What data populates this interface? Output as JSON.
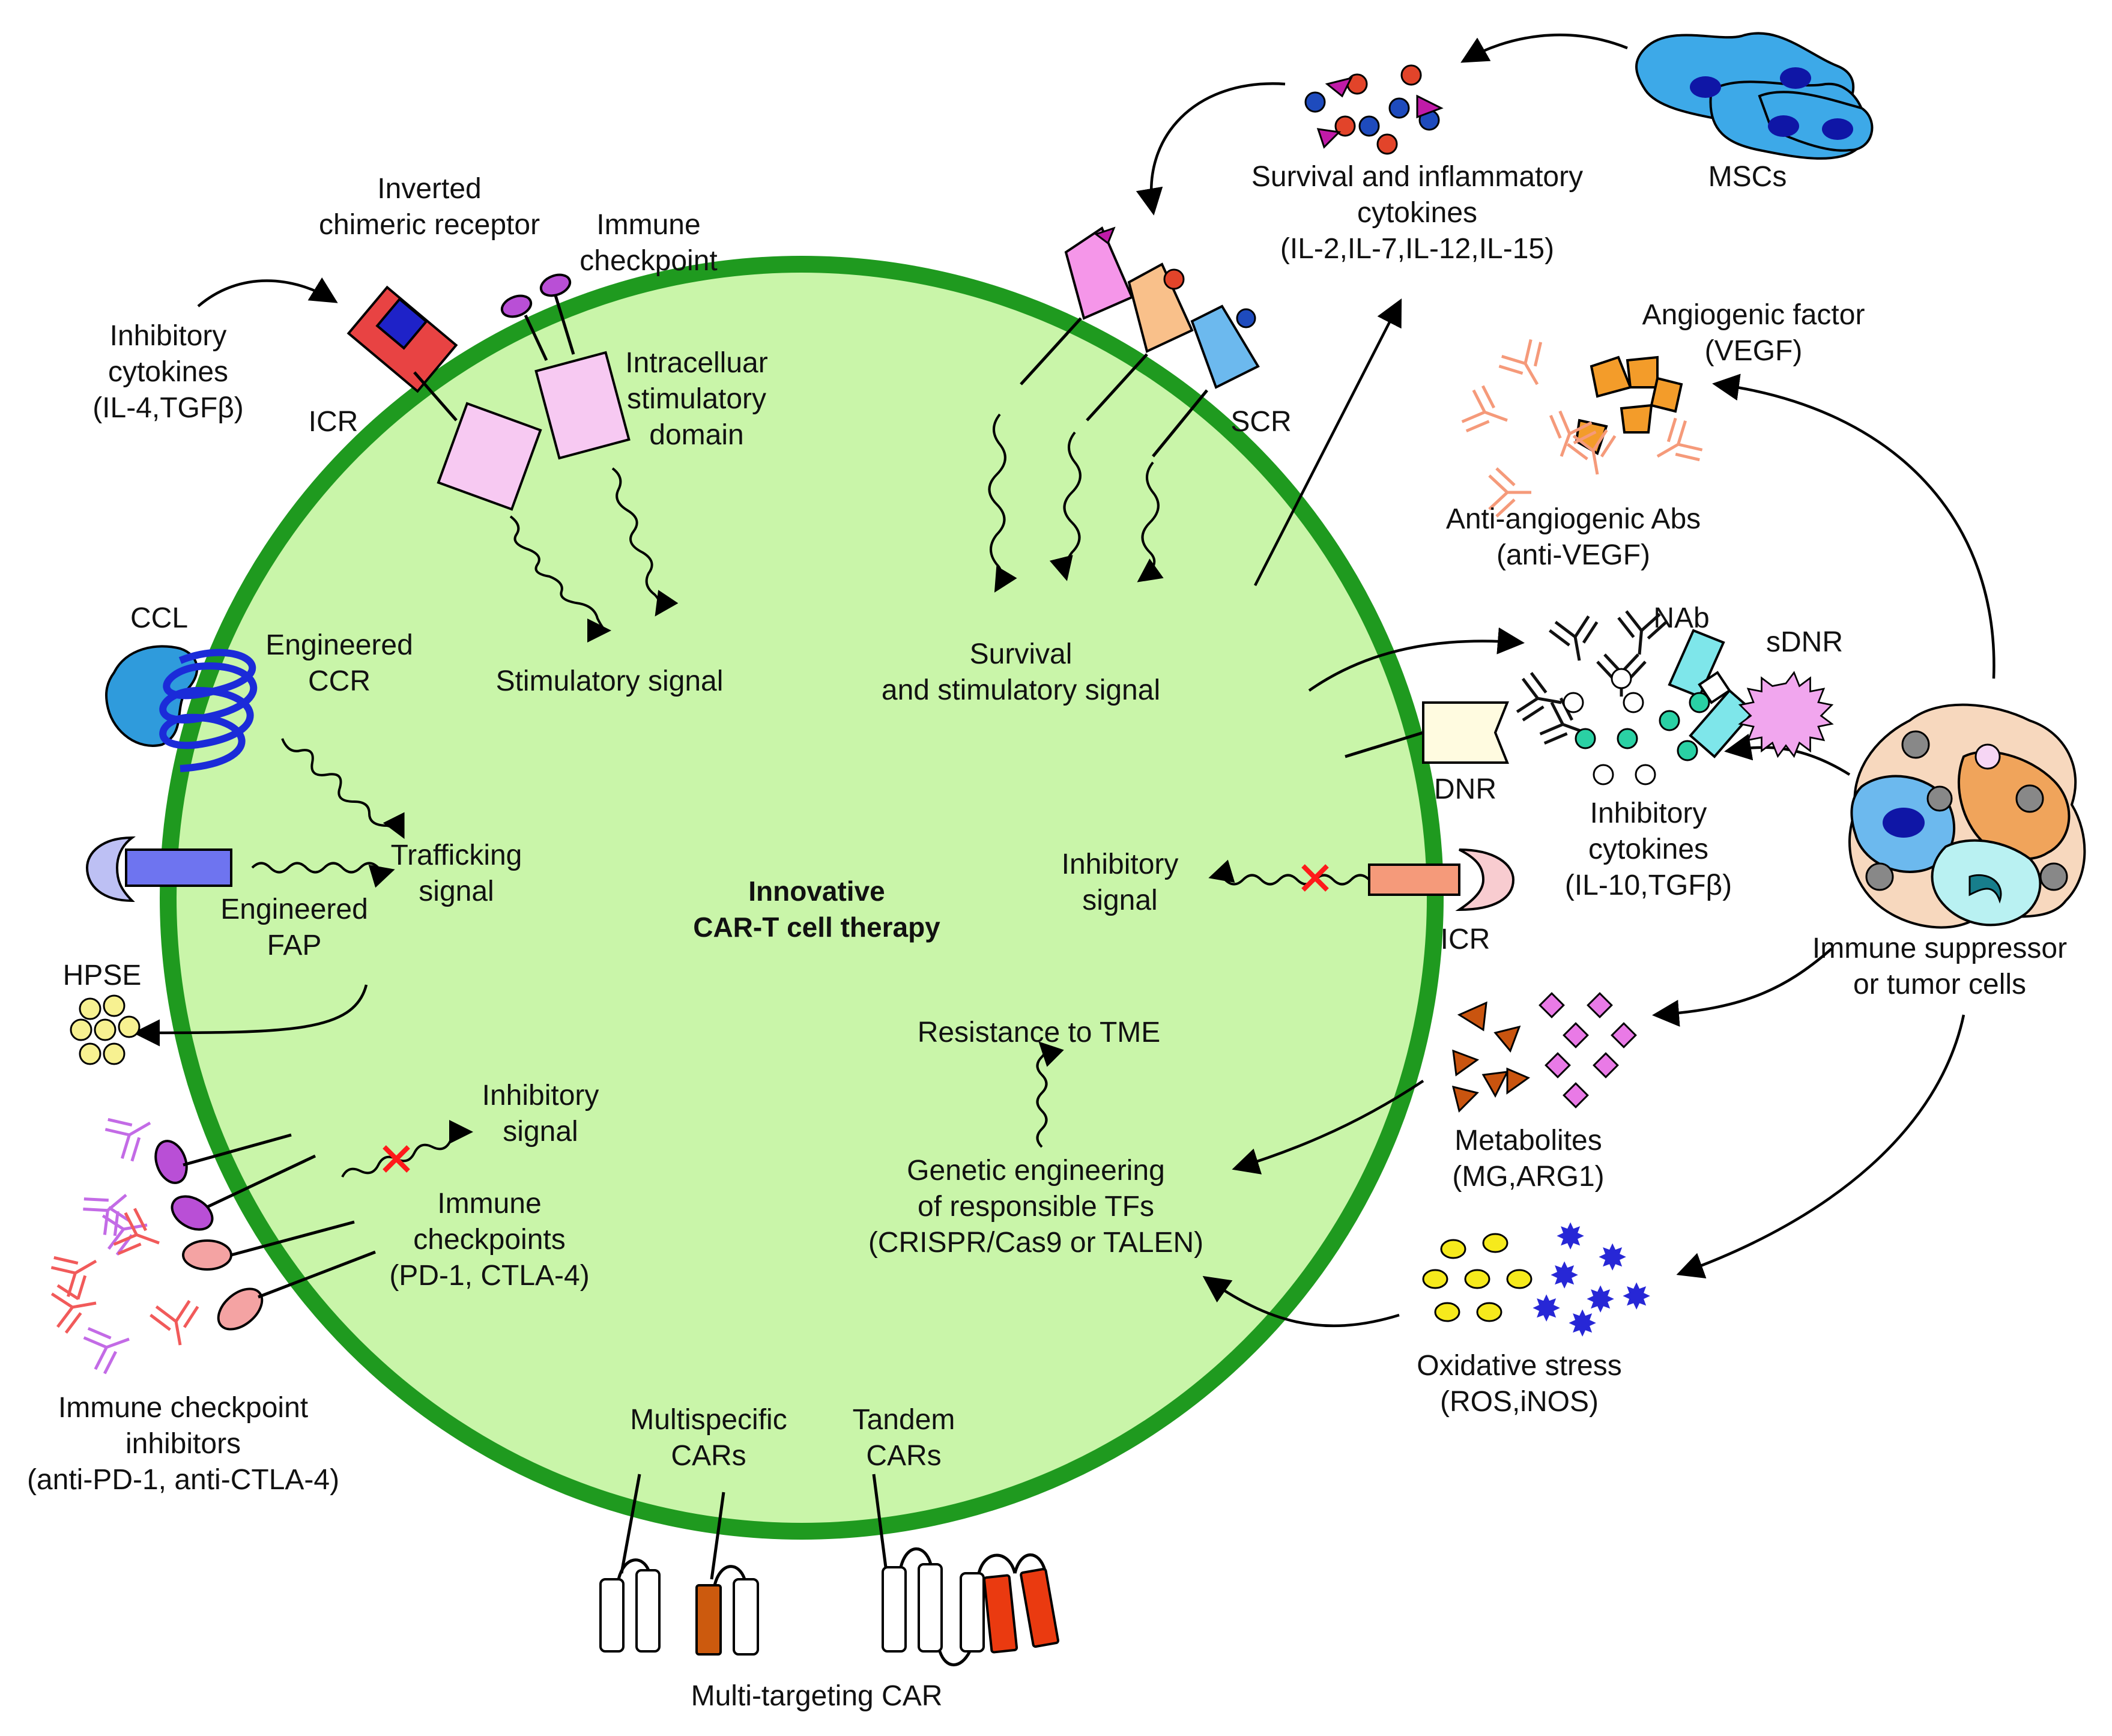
{
  "center": {
    "line1": "Innovative",
    "line2": "CAR-T cell therapy"
  },
  "labels": {
    "inverted_cr": [
      "Inverted",
      "chimeric receptor"
    ],
    "immune_checkpoint": [
      "Immune",
      "checkpoint"
    ],
    "inhibitory_cytokines_top": [
      "Inhibitory",
      "cytokines",
      "(IL-4,TGFβ)"
    ],
    "icr_top": "ICR",
    "intracellular": [
      "Intracelluar",
      "stimulatory",
      "domain"
    ],
    "stimulatory_signal": "Stimulatory signal",
    "survival_cytokines": [
      "Survival and inflammatory",
      "cytokines",
      "(IL-2,IL-7,IL-12,IL-15)"
    ],
    "mscs": "MSCs",
    "scr": "SCR",
    "survival_signal": [
      "Survival",
      "and stimulatory signal"
    ],
    "angiogenic": [
      "Angiogenic factor",
      "(VEGF)"
    ],
    "anti_angiogenic": [
      "Anti-angiogenic Abs",
      "(anti-VEGF)"
    ],
    "nab": "NAb",
    "sdnr": "sDNR",
    "dnr": "DNR",
    "inhibitory_cytokines_right": [
      "Inhibitory",
      "cytokines",
      "(IL-10,TGFβ)"
    ],
    "ccl": "CCL",
    "engineered_ccr": [
      "Engineered",
      "CCR"
    ],
    "trafficking": [
      "Trafficking",
      "signal"
    ],
    "engineered_fap": [
      "Engineered",
      "FAP"
    ],
    "hpse": "HPSE",
    "inhibitory_signal_right": [
      "Inhibitory",
      "signal"
    ],
    "icr_right": "ICR",
    "immune_suppressor": [
      "Immune suppressor",
      "or tumor cells"
    ],
    "resistance": "Resistance to TME",
    "genetic": [
      "Genetic engineering",
      "of responsible TFs",
      "(CRISPR/Cas9 or TALEN)"
    ],
    "metabolites": [
      "Metabolites",
      "(MG,ARG1)"
    ],
    "oxidative": [
      "Oxidative stress",
      "(ROS,iNOS)"
    ],
    "inhibitory_signal_left": [
      "Inhibitory",
      "signal"
    ],
    "immune_checkpoints": [
      "Immune",
      "checkpoints",
      "(PD-1, CTLA-4)"
    ],
    "ici": [
      "Immune checkpoint",
      "inhibitors",
      "(anti-PD-1, anti-CTLA-4)"
    ],
    "multispecific": [
      "Multispecific",
      "CARs"
    ],
    "tandem": [
      "Tandem",
      "CARs"
    ],
    "multi_targeting": "Multi-targeting CAR"
  },
  "colors": {
    "cell_fill": "#c9f5a9",
    "cell_border": "#1f9a1f",
    "msc": "#3da9e8",
    "icr_red": "#e84343",
    "receptor_pink": "#f7c9f2",
    "vegf_orange": "#f39c2a",
    "antibody_orange": "#f59a7a",
    "antibody_red": "#f15a5a",
    "antibody_purple": "#c36be6",
    "cyan_dnr": "#7ee6ea",
    "teal_dot": "#2ad1a4",
    "ccl_blue": "#2f9bdc",
    "ccr_blue": "#1b2bd9",
    "fap_purple": "#6e74f0",
    "hpse_yellow": "#f7f191",
    "metab_brown": "#c9540f",
    "metab_pink": "#e97ae6",
    "ros_yellow": "#f6ea1c",
    "inos_blue": "#2727d6",
    "car_orange": "#cc5a0e",
    "car_red": "#ea3a10"
  }
}
